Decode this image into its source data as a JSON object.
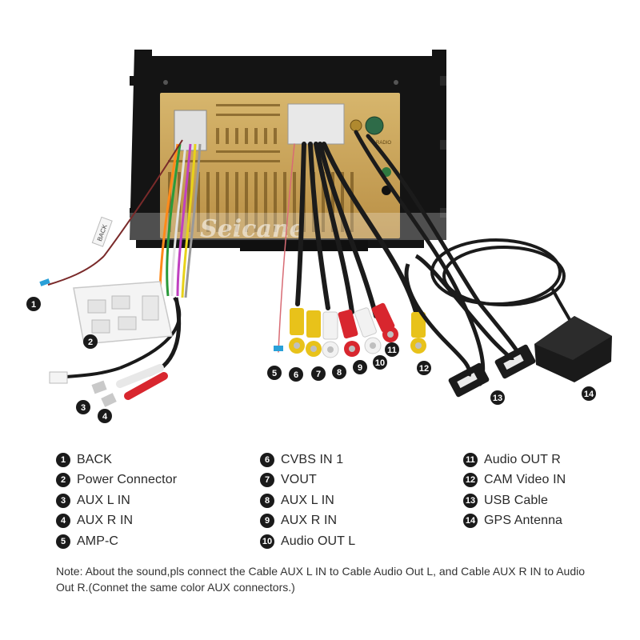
{
  "watermark": "Seicane",
  "unit_labels": {
    "radio": "RADIO",
    "back_tag": "BACK"
  },
  "callouts": [
    "1",
    "2",
    "3",
    "4",
    "5",
    "6",
    "7",
    "8",
    "9",
    "10",
    "11",
    "12",
    "13",
    "14"
  ],
  "legend": [
    {
      "num": "1",
      "label": "BACK"
    },
    {
      "num": "2",
      "label": "Power Connector"
    },
    {
      "num": "3",
      "label": "AUX L IN"
    },
    {
      "num": "4",
      "label": "AUX R IN"
    },
    {
      "num": "5",
      "label": "AMP-C"
    },
    {
      "num": "6",
      "label": "CVBS IN 1"
    },
    {
      "num": "7",
      "label": "VOUT"
    },
    {
      "num": "8",
      "label": "AUX L IN"
    },
    {
      "num": "9",
      "label": "AUX R IN"
    },
    {
      "num": "10",
      "label": "Audio OUT L"
    },
    {
      "num": "11",
      "label": "Audio OUT R"
    },
    {
      "num": "12",
      "label": "CAM Video IN"
    },
    {
      "num": "13",
      "label": "USB Cable"
    },
    {
      "num": "14",
      "label": "GPS Antenna"
    }
  ],
  "note": "Note: About the sound,pls connect the Cable AUX L IN to Cable Audio Out L, and Cable AUX R IN to Audio Out R.(Connet the same color AUX connectors.)",
  "colors": {
    "housing": "#151515",
    "panel": "#c9a45a",
    "red_rca": "#d8262e",
    "white_rca": "#f2f2f2",
    "yellow_rca": "#e8c21a",
    "cable": "#1b1b1b"
  }
}
